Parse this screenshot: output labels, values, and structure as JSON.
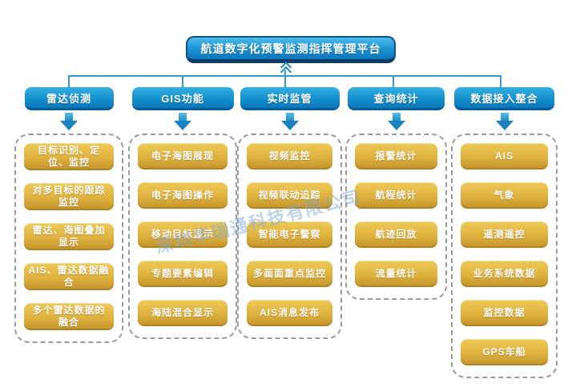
{
  "title": "航道数字化预警监测指挥管理平台",
  "watermark": "深圳华瑞通科技有限公司",
  "branches": [
    {
      "label": "雷达侦测",
      "items": [
        "目标识别、定位、监控",
        "对多目标的跟踪监控",
        "雷达、海图叠加显示",
        "AIS、雷达数据融合",
        "多个雷达数据的融合"
      ]
    },
    {
      "label": "GIS功能",
      "items": [
        "电子海图展现",
        "电子海图操作",
        "移动目标显示",
        "专题要素编辑",
        "海陆混合显示"
      ]
    },
    {
      "label": "实时监管",
      "items": [
        "视频监控",
        "视频联动追踪",
        "智能电子警察",
        "多画面重点监控",
        "AIS消息发布"
      ]
    },
    {
      "label": "查询统计",
      "items": [
        "报警统计",
        "航程统计",
        "航迹回放",
        "流量统计"
      ]
    },
    {
      "label": "数据接入整合",
      "items": [
        "AIS",
        "气象",
        "遥测遥控",
        "业务系统数据",
        "监控数据",
        "GPS车船"
      ]
    }
  ],
  "colors": {
    "root_gradient_top": "#4abced",
    "root_gradient_bottom": "#0b76bb",
    "root_border": "#0e3c66",
    "branch_gradient_top": "#35b0e4",
    "branch_gradient_bottom": "#0a78bd",
    "item_gradient_top": "#eeca58",
    "item_gradient_bottom": "#c2922a",
    "connector": "#2f9ad2",
    "dashed_border": "#9a9a9a",
    "watermark_color": "#7daacd"
  }
}
